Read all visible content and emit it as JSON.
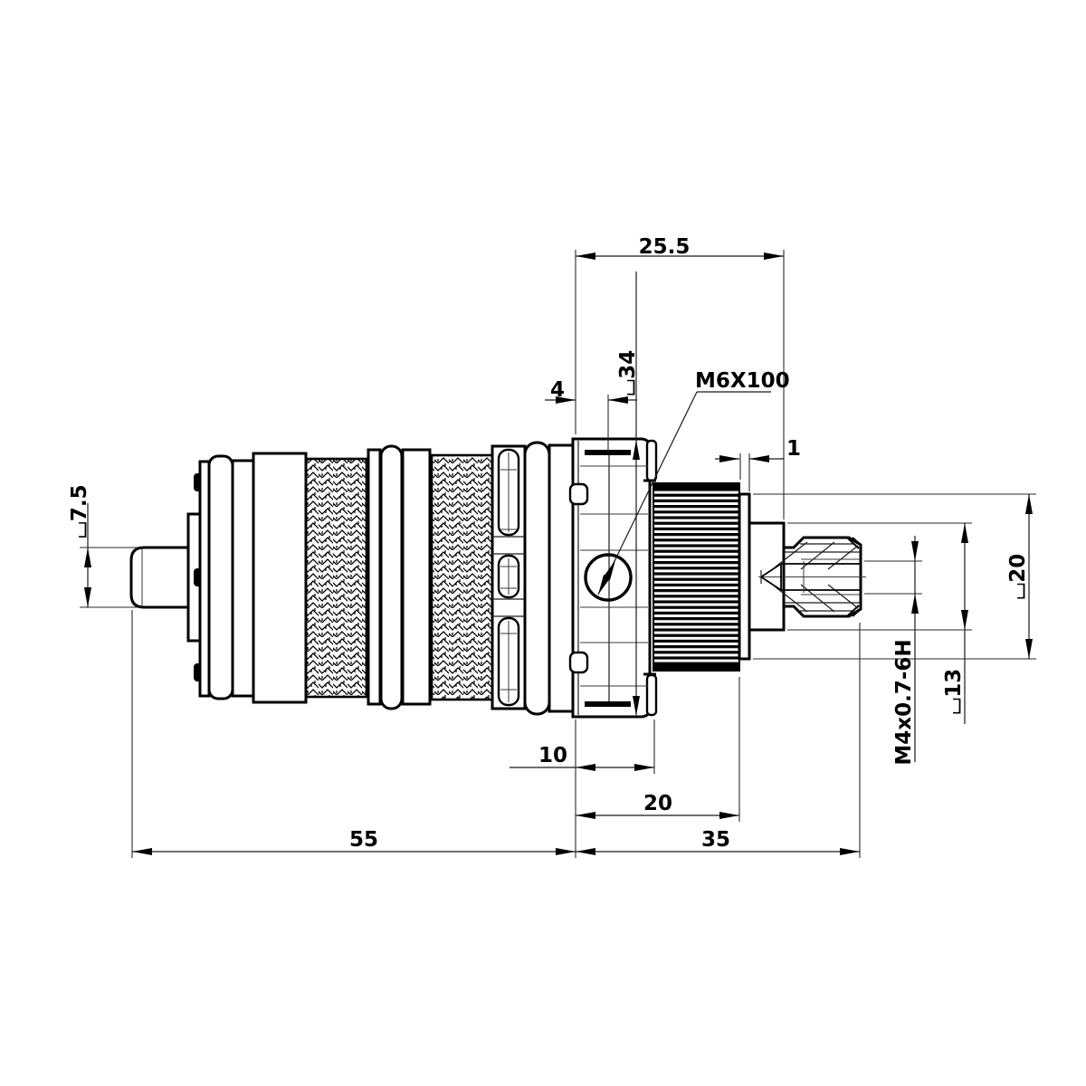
{
  "colors": {
    "line": "#000000",
    "dimension": "#1a1a1a",
    "background": "#ffffff"
  },
  "dimensions": {
    "top_width": "25.5",
    "flange_inset": "4",
    "flange_diameter": "⌴34",
    "thread_callout": "M6X100",
    "collar_thickness": "1",
    "stub_diameter": "⌴7.5",
    "flange_length": "10",
    "spline_length": "20",
    "front_length": "35",
    "body_length": "55",
    "collar_diameter": "⌴20",
    "stem_diameter": "⌴13",
    "tapped_hole_callout": "M4x0.7-6H"
  }
}
